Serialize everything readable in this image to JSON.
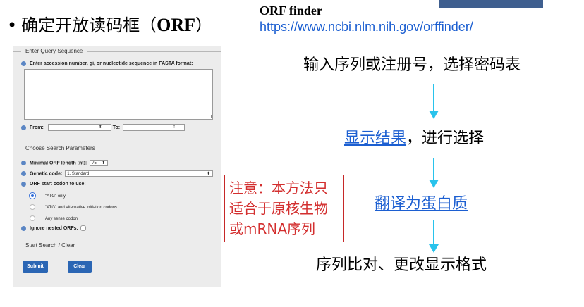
{
  "slide": {
    "bullet": "•",
    "title_cn": "确定开放读码框（",
    "title_orf": "ORF",
    "title_close": "）"
  },
  "right": {
    "title": "ORF finder",
    "url": "https://www.ncbi.nlm.nih.gov/orffinder/"
  },
  "steps": {
    "s1": "输入序列或注册号，选择密码表",
    "s2_link": "显示结果",
    "s2_rest": "，进行选择",
    "s3_link": "翻译为蛋白质",
    "s4": "序列比对、更改显示格式"
  },
  "note": {
    "line1": "注意：本方法只",
    "line2": "适合于原核生物",
    "line3": "或mRNA序列"
  },
  "form": {
    "legend_query": "Enter Query Sequence",
    "query_label": "Enter accession number, gi, or nucleotide sequence in FASTA format:",
    "from_label": "From:",
    "to_label": "To:",
    "legend_params": "Choose Search Parameters",
    "min_orf_label": "Minimal ORF length (nt):",
    "min_orf_value": "75",
    "genetic_code_label": "Genetic code:",
    "genetic_code_value": "1. Standard",
    "start_codon_label": "ORF start codon to use:",
    "options": [
      "\"ATG\" only",
      "\"ATG\" and alternative initiation codons",
      "Any sense codon"
    ],
    "nested_label": "Ignore nested ORFs:",
    "legend_submit": "Start Search / Clear",
    "submit_label": "Submit",
    "clear_label": "Clear"
  },
  "colors": {
    "link": "#1c5fd1",
    "arrow": "#29c3ec",
    "note": "#d32f2f",
    "button": "#2b66b4"
  }
}
